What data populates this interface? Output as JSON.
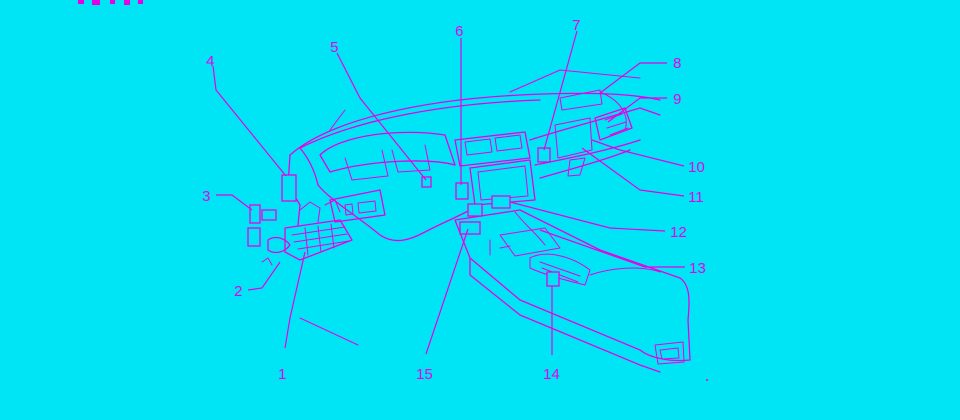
{
  "diagram": {
    "callouts": [
      {
        "id": "c1",
        "label": "1"
      },
      {
        "id": "c2",
        "label": "2"
      },
      {
        "id": "c3",
        "label": "3"
      },
      {
        "id": "c4",
        "label": "4"
      },
      {
        "id": "c5",
        "label": "5"
      },
      {
        "id": "c6",
        "label": "6"
      },
      {
        "id": "c7",
        "label": "7"
      },
      {
        "id": "c8",
        "label": "8"
      },
      {
        "id": "c9",
        "label": "9"
      },
      {
        "id": "c10",
        "label": "10"
      },
      {
        "id": "c11",
        "label": "11"
      },
      {
        "id": "c12",
        "label": "12"
      },
      {
        "id": "c13",
        "label": "13"
      },
      {
        "id": "c14",
        "label": "14"
      },
      {
        "id": "c15",
        "label": "15"
      }
    ]
  },
  "colors": {
    "background": "#00e5f5",
    "line": "#e600e6"
  }
}
